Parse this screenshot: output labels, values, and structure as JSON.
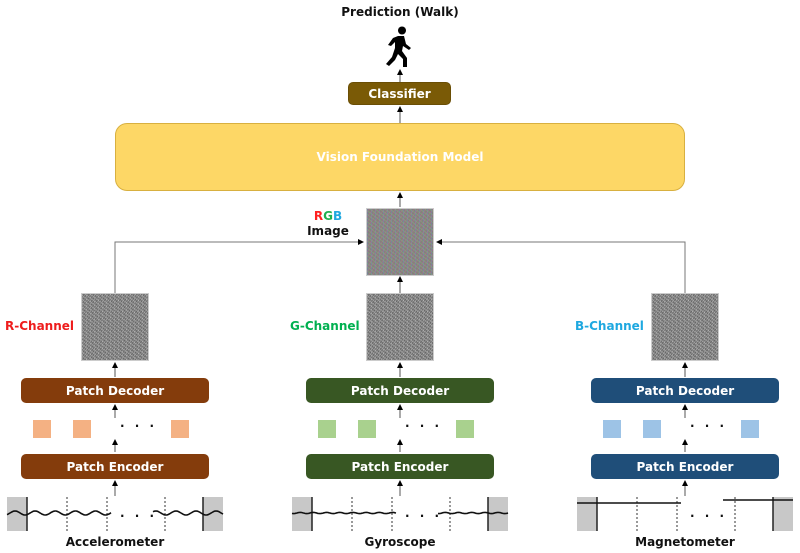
{
  "title": "Prediction (Walk)",
  "prediction_icon": "walking-person-icon",
  "classifier_label": "Classifier",
  "vfm_label": "Vision Foundation Model",
  "rgb_image": {
    "letters": [
      {
        "char": "R",
        "color": "#ff2020"
      },
      {
        "char": "G",
        "color": "#20b050"
      },
      {
        "char": "B",
        "color": "#20a8e0"
      }
    ],
    "label": "Image"
  },
  "branches": [
    {
      "channel_label": "R-Channel",
      "channel_color": "#ee1c1c",
      "decoder_label": "Patch Decoder",
      "encoder_label": "Patch Encoder",
      "box_color": "#843c0c",
      "patch_color": "#f4b183",
      "dots": "· · ·",
      "sensor_label": "Accelerometer",
      "signal": "wavy"
    },
    {
      "channel_label": "G-Channel",
      "channel_color": "#00b050",
      "decoder_label": "Patch Decoder",
      "encoder_label": "Patch Encoder",
      "box_color": "#385723",
      "patch_color": "#a9d18e",
      "dots": "· · ·",
      "sensor_label": "Gyroscope",
      "signal": "flat"
    },
    {
      "channel_label": "B-Channel",
      "channel_color": "#1ea8e0",
      "decoder_label": "Patch Decoder",
      "encoder_label": "Patch Encoder",
      "box_color": "#1f4e79",
      "patch_color": "#9dc3e6",
      "dots": "· · ·",
      "sensor_label": "Magnetometer",
      "signal": "step"
    }
  ]
}
